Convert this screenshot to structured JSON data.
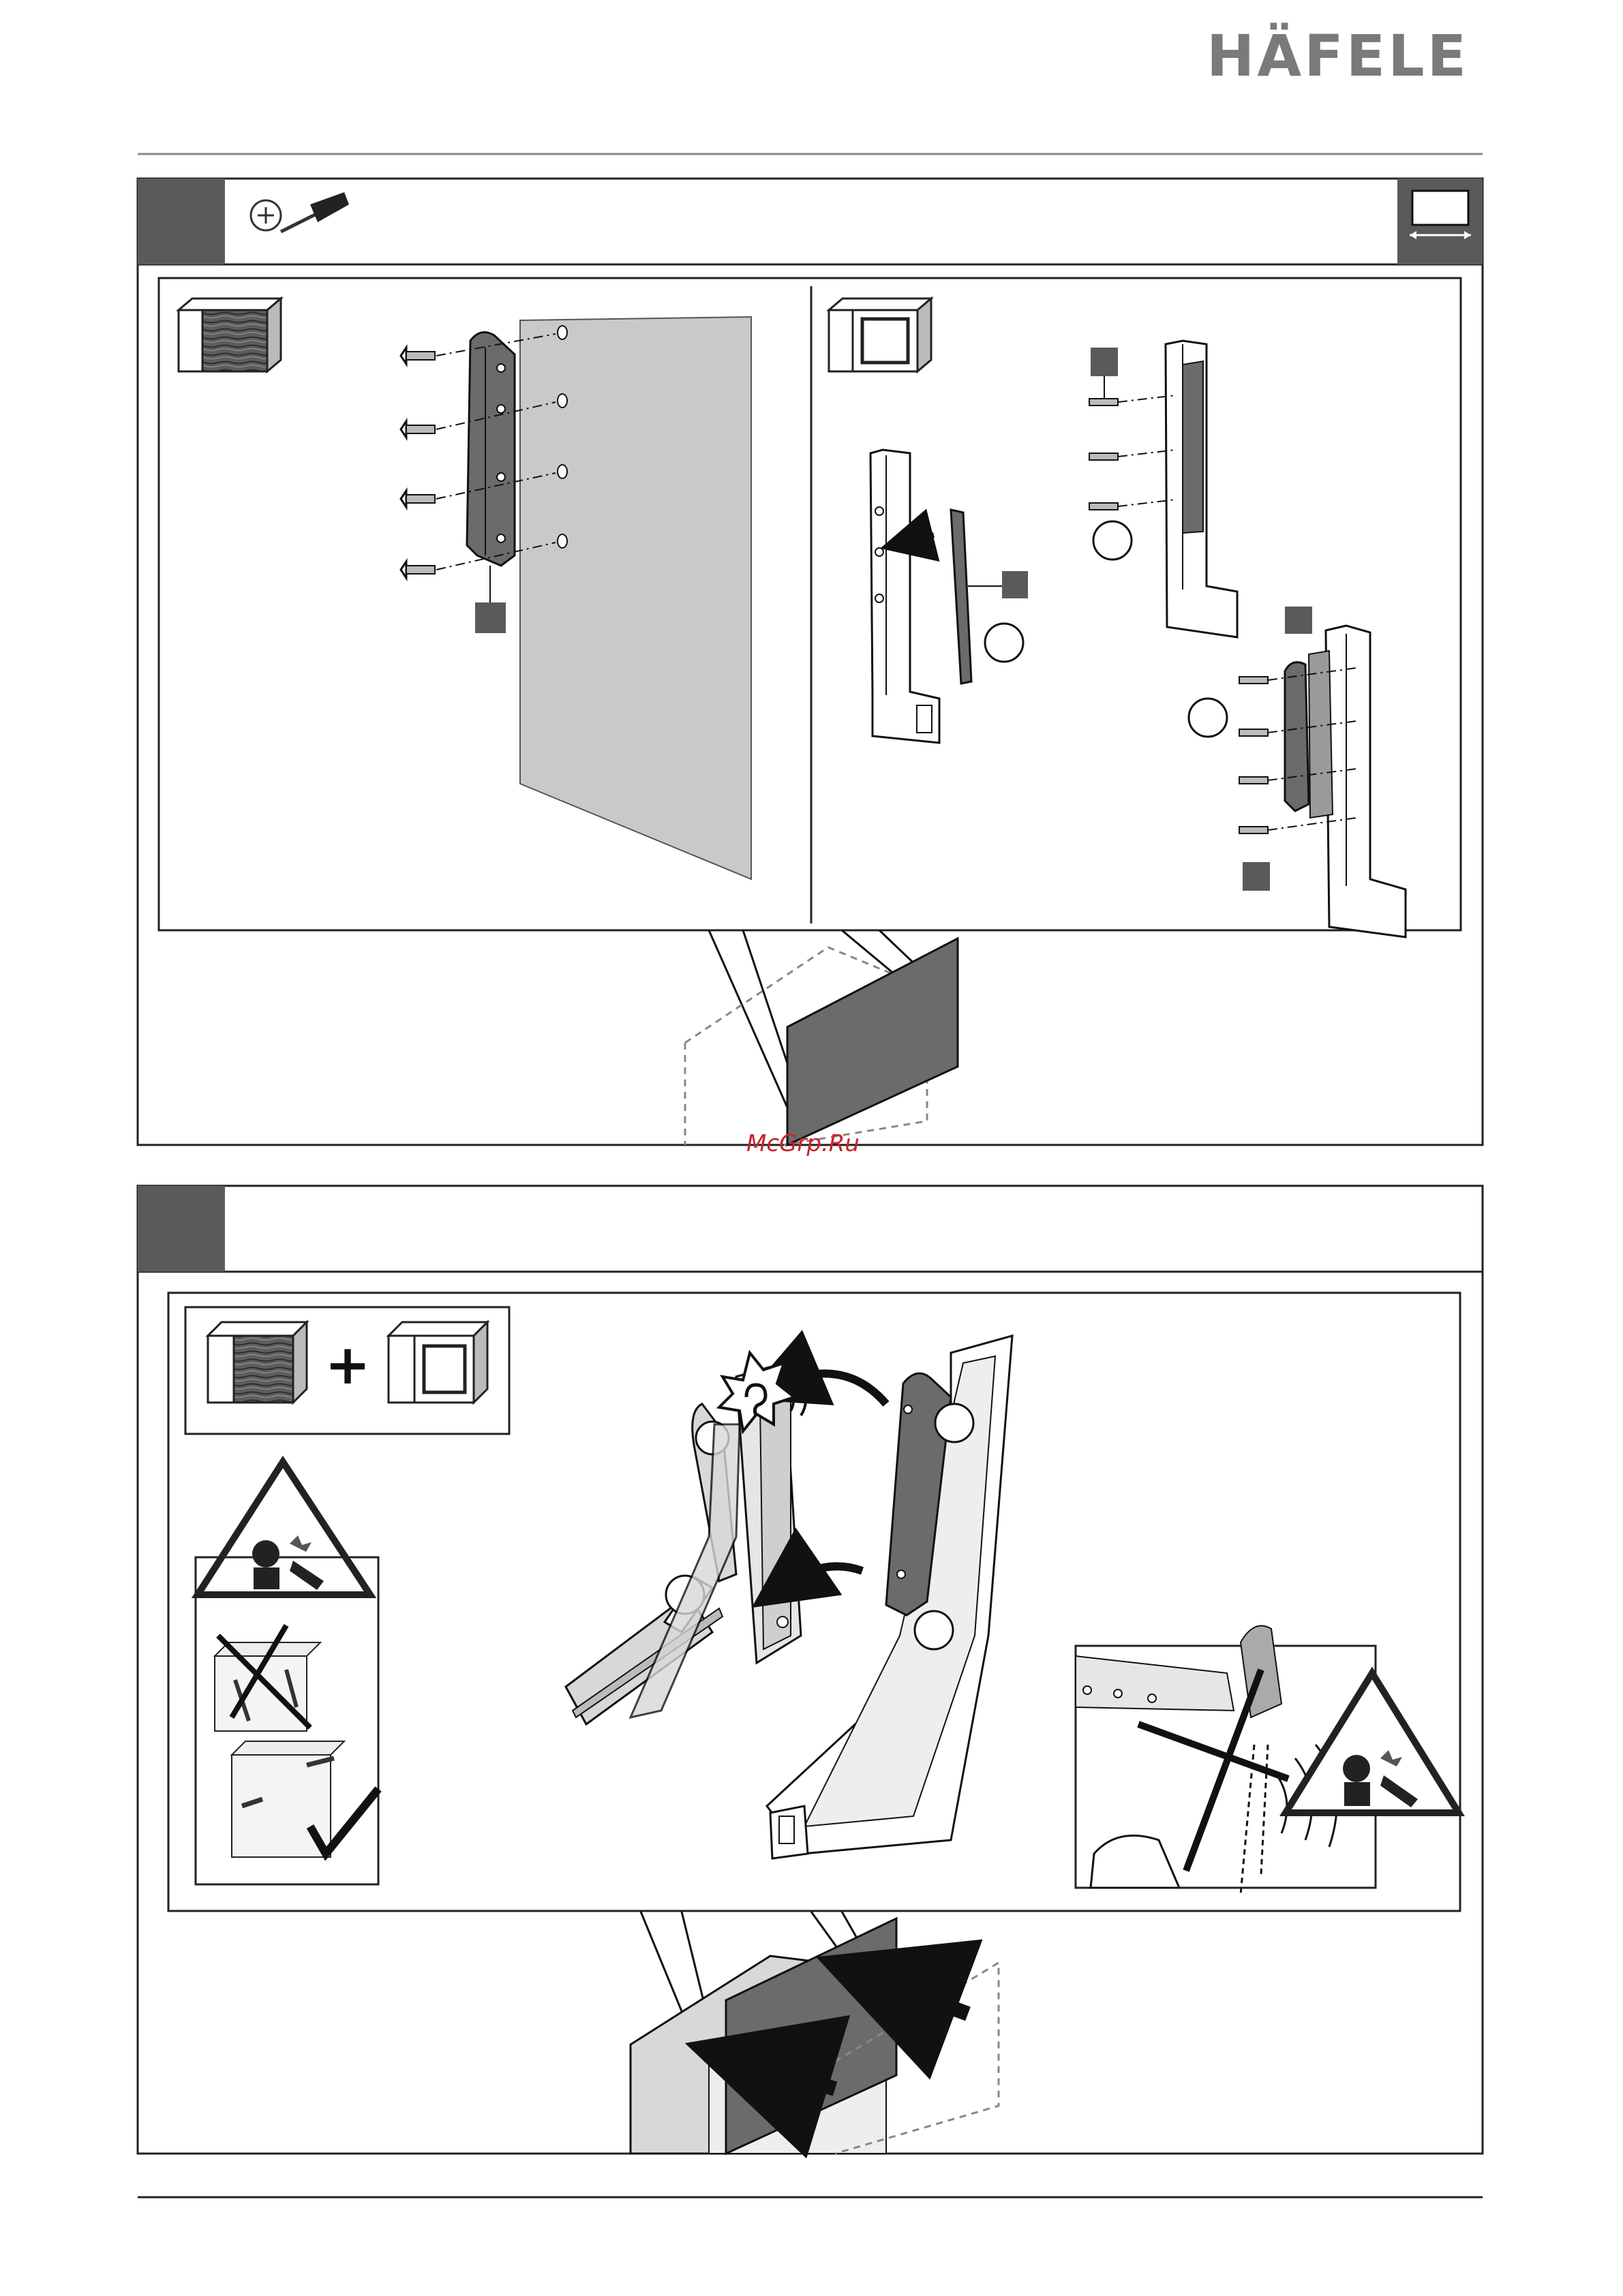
{
  "brand": {
    "name": "HÄFELE",
    "logo_color": "#7a7a7a"
  },
  "watermark": {
    "text": "McGrp.Ru",
    "color": "#c8242b"
  },
  "colors": {
    "step_tab": "#5a5a5a",
    "line": "#222222",
    "fill_gray": "#c9c9c9",
    "fill_dark": "#6b6b6b",
    "fill_panel": "#d8d8d8"
  },
  "step1": {
    "tool_icon": "phillips-screwdriver-icon",
    "width_icon": "cabinet-width-icon",
    "left_panel": {
      "material_icon": "wood-front-icon",
      "screw_count": 4
    },
    "right_panel": {
      "material_icon": "aluminium-frame-icon",
      "callouts": 3
    }
  },
  "step2": {
    "materials": {
      "first": "wood-front-icon",
      "plus": "+",
      "second": "aluminium-frame-icon"
    },
    "warning_icon": "hand-pinch-warning-icon",
    "sound_icon": "click-sound-icon",
    "wrong_icon": "cross-mark-icon",
    "right_icon": "check-mark-icon"
  }
}
